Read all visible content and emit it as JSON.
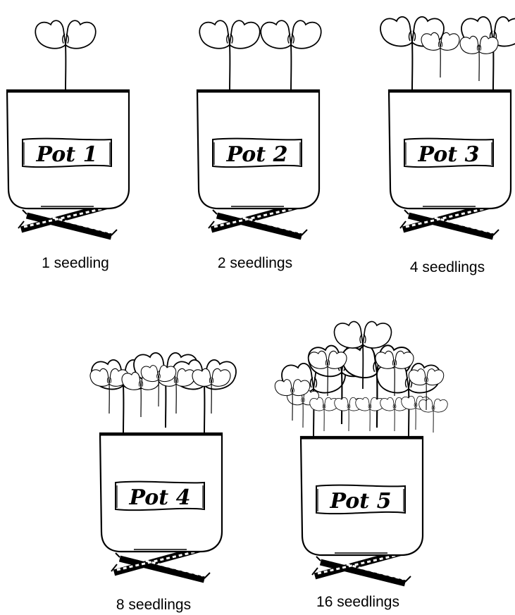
{
  "pots": [
    {
      "label": "Pot 1",
      "caption": "1 seedling",
      "seedlings": 1
    },
    {
      "label": "Pot 2",
      "caption": "2 seedlings",
      "seedlings": 2
    },
    {
      "label": "Pot 3",
      "caption": "4 seedlings",
      "seedlings": 4
    },
    {
      "label": "Pot 4",
      "caption": "8 seedlings",
      "seedlings": 8
    },
    {
      "label": "Pot 5",
      "caption": "16 seedlings",
      "seedlings": 16
    }
  ]
}
